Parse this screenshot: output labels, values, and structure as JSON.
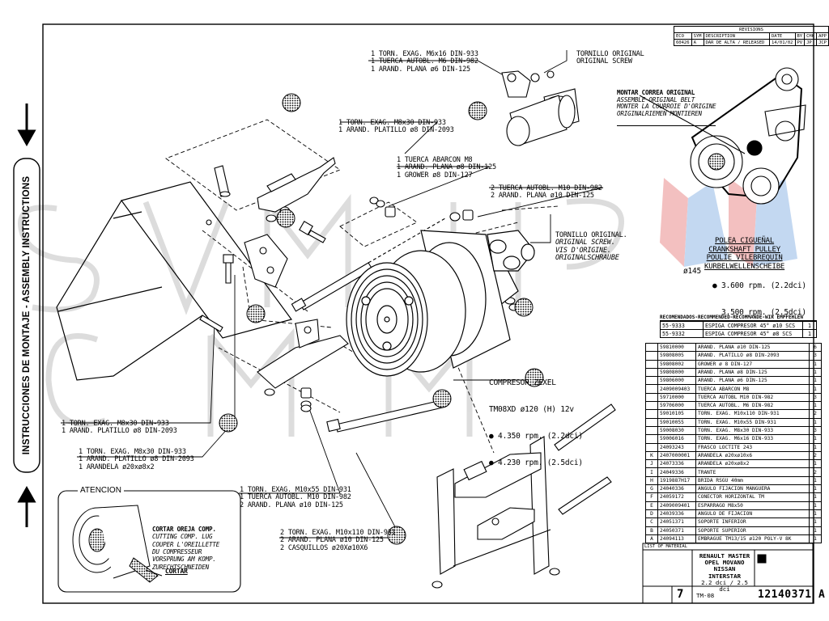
{
  "side_title": "INSTRUCCIONES DE MONTAJE - ASSEMBLY INSTRUCTIONS",
  "notes": {
    "top_screw": [
      "1 TORN. EXAG. M6x16 DIN-933",
      "1 TUERCA AUTOBL. M6 DIN-982",
      "1 ARAND. PLANA ø6 DIN-125"
    ],
    "orig_screw_top": [
      "TORNILLO ORIGINAL",
      "ORIGINAL SCREW"
    ],
    "m8x30_top": [
      "1 TORN. EXAG. M8x30 DIN-933",
      "1 ARAND. PLATILLO ø8 DIN-2093"
    ],
    "tuerca_m8": [
      "1 TUERCA ABARCON M8",
      "1 ARAND. PLANA ø8 DIN-125",
      "1 GROWER ø8 DIN-127"
    ],
    "m10_nuts": [
      "2 TUERCA AUTOBL. M10 DIN-982",
      "2 ARAND. PLANA ø10 DIN-125"
    ],
    "orig_screw_mid": [
      "TORNILLO ORIGINAL.",
      "ORIGINAL SCREW.",
      "VIS D'ORIGINE.",
      "ORIGINALSCHRAUBE"
    ],
    "m8x30_left": [
      "1 TORN. EXAG. M8x30 DIN-933",
      "1 ARAND. PLATILLO ø8 DIN-2093"
    ],
    "m8x30_left2": [
      "1 TORN. EXAG. M8x30 DIN-933",
      "1 ARAND. PLATILLO ø8 DIN-2093",
      "1 ARANDELA ø20xø8x2"
    ],
    "m10x55": [
      "1 TORN. EXAG. M10x55 DIN-931",
      "1 TUERCA AUTOBL. M10 DIN-982",
      "2 ARAND. PLANA ø10 DIN-125"
    ],
    "m10x110": [
      "2 TORN. EXAG. M10x110 DIN-931",
      "2 ARAND. PLANA ø10 DIN-125",
      "2 CASQUILLOS ø20Xø10X6"
    ]
  },
  "belt_note": [
    "MONTAR CORREA ORIGINAL",
    "ASSEMBLE ORIGINAL BELT",
    "MONTER LA COURROIE D'ORIGINE",
    "ORIGINALRIEMEN MONTIEREN"
  ],
  "pulley": {
    "labels": [
      "POLEA CIGUEÑAL",
      "CRANKSHAFT PULLEY",
      "POULIE VILEBREQUIN",
      "KURBELWELLENSCHEIBE"
    ],
    "diameter": "ø145",
    "rpm_1": "3.600 rpm. (2.2dci)",
    "rpm_2": "3.500 rpm. (2.5dci)"
  },
  "compressor": {
    "title": "COMPRESOR ZEXEL",
    "model": "TM08XD ø120 (H) 12v",
    "rpm_1": "4.350 rpm. (2.2dci)",
    "rpm_2": "4.230 rpm. (2.5dci)"
  },
  "attention": {
    "label": "ATENCION",
    "lines": [
      "CORTAR OREJA COMP.",
      "CUTTING COMP. LUG",
      "COUPER L'OREILLETTE",
      "DU COMPRESSEUR",
      "VORSPRUNG AM KOMP.",
      "ZURECHTSCHNEIDEN"
    ],
    "cut_label": "CORTAR"
  },
  "recommended": {
    "header": "RECOMENDADOS-RECOMMENDED-RECOMMANDÉ-WIR EMPFEHLEN",
    "rows": [
      {
        "code": "55-9333",
        "desc": "ESPIGA COMPRESOR 45° ø10 SCS",
        "qty": "1"
      },
      {
        "code": "55-9332",
        "desc": "ESPIGA COMPRESOR 45° ø8 SCS",
        "qty": "1"
      }
    ]
  },
  "bom": [
    {
      "id": "",
      "code": "59810000",
      "desc": "ARAND. PLANA ø10 DIN-125",
      "qty": "6"
    },
    {
      "id": "",
      "code": "59808005",
      "desc": "ARAND. PLATILLO ø8 DIN-2093",
      "qty": "3"
    },
    {
      "id": "",
      "code": "59808002",
      "desc": "GROWER ø 8 DIN-127",
      "qty": "1"
    },
    {
      "id": "",
      "code": "59808000",
      "desc": "ARAND. PLANA ø8 DIN-125",
      "qty": "1"
    },
    {
      "id": "",
      "code": "59806000",
      "desc": "ARAND. PLANA ø6 DIN-125",
      "qty": "1"
    },
    {
      "id": "",
      "code": "2409009403",
      "desc": "TUERCA ABARCON M8",
      "qty": "1"
    },
    {
      "id": "",
      "code": "59710000",
      "desc": "TUERCA AUTOBL M10 DIN-982",
      "qty": "3"
    },
    {
      "id": "",
      "code": "59706000",
      "desc": "TUERCA AUTOBL. M6 DIN-982",
      "qty": "1"
    },
    {
      "id": "",
      "code": "59010105",
      "desc": "TORN. EXAG. M10x110 DIN-931",
      "qty": "2"
    },
    {
      "id": "",
      "code": "59010055",
      "desc": "TORN. EXAG. M10x55 DIN-931",
      "qty": "1"
    },
    {
      "id": "",
      "code": "59008030",
      "desc": "TORN. EXAG. M8x30 DIN-933",
      "qty": "3"
    },
    {
      "id": "",
      "code": "59006016",
      "desc": "TORN. EXAG. M6x16 DIN-933",
      "qty": "1"
    },
    {
      "id": "",
      "code": "24093243",
      "desc": "FRASCO LOCTITE 243",
      "qty": "1"
    },
    {
      "id": "K",
      "code": "2407000001",
      "desc": "ARANDELA ø20xø10x6",
      "qty": "2"
    },
    {
      "id": "J",
      "code": "24073336",
      "desc": "ARANDELA ø20xø8x2",
      "qty": "1"
    },
    {
      "id": "I",
      "code": "24049336",
      "desc": "TRANTE",
      "qty": "2"
    },
    {
      "id": "H",
      "code": "1919887H17",
      "desc": "BRIDA RSGU 40mm",
      "qty": "1"
    },
    {
      "id": "G",
      "code": "24040336",
      "desc": "ANGULO FIJACION MANGUERA",
      "qty": "1"
    },
    {
      "id": "F",
      "code": "24059172",
      "desc": "CONECTOR HORIZONTAL TM",
      "qty": "1"
    },
    {
      "id": "E",
      "code": "2409009401",
      "desc": "ESPARRAGO M8x50",
      "qty": "1"
    },
    {
      "id": "D",
      "code": "24039336",
      "desc": "ANGULO DE FIJACION",
      "qty": "1"
    },
    {
      "id": "C",
      "code": "24051371",
      "desc": "SOPORTE INFERIOR",
      "qty": "1"
    },
    {
      "id": "B",
      "code": "24050371",
      "desc": "SOPORTE SUPERIOR",
      "qty": "1"
    },
    {
      "id": "A",
      "code": "24094113",
      "desc": "EMBRAGUE TM13/15 ø120 POLY-V 8K",
      "qty": "1"
    }
  ],
  "revisions": {
    "header": "REVISIONS",
    "cols": [
      "ECO",
      "SYM",
      "DESCRIPTION",
      "DATE",
      "BY",
      "CHK",
      "APP"
    ],
    "row": [
      "60426",
      "A",
      "DAR DE ALTA / RELEASED",
      "14/01/02",
      "PV",
      "JP",
      "JCP"
    ]
  },
  "title_block": {
    "list_header": "LIST OF MATERIAL",
    "vehicle": [
      "RENAULT MASTER",
      "OPEL MOVANO",
      "NISSAN INTERSTAR",
      "2.2 dci / 2.5 dci",
      "TM-08"
    ],
    "sheet": "7",
    "number": "12140371",
    "rev": "A"
  },
  "colors": {
    "ink": "#000000",
    "watermark": "#d9d9d9",
    "flag_red": "#f2b6b6",
    "flag_blue": "#b9d2ef"
  }
}
